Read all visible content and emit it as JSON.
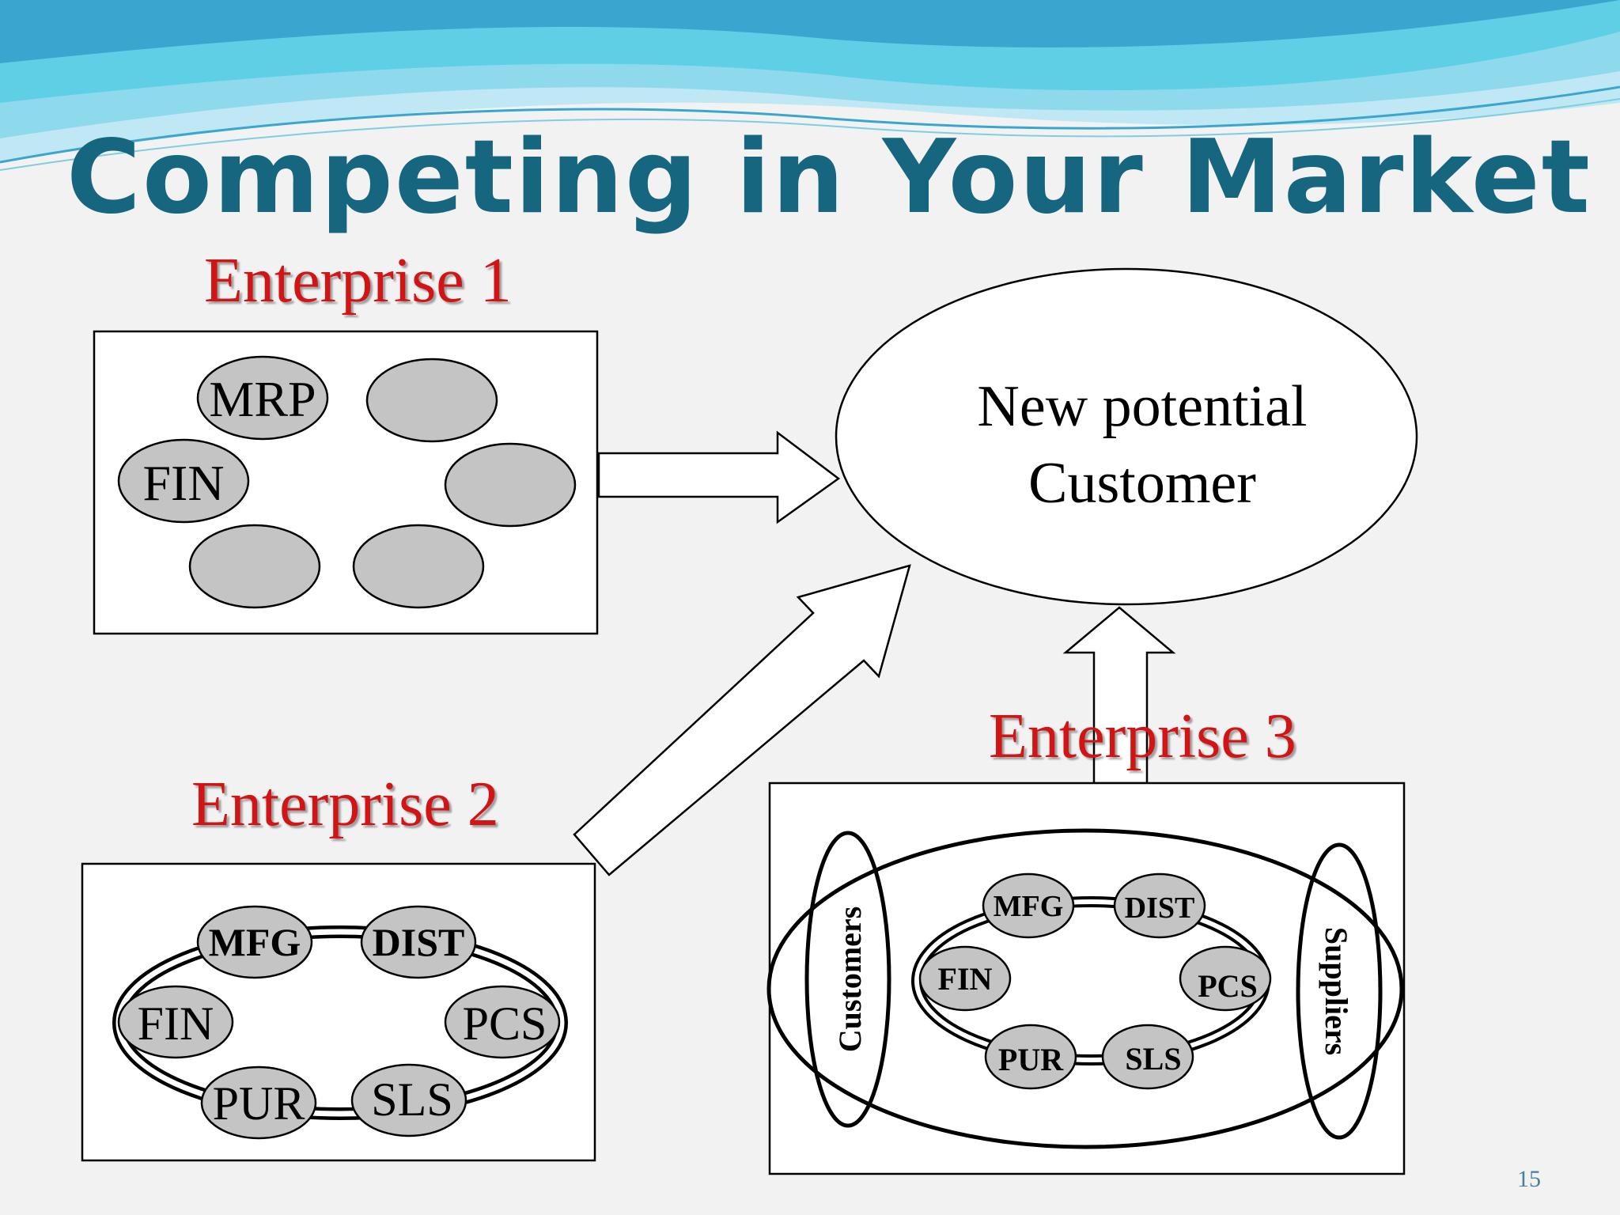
{
  "title": "Competing in Your Market",
  "page_number": "15",
  "colors": {
    "title": "#16667f",
    "enterprise_label": "#d21414",
    "module_fill": "#c4c4c4",
    "wave_light": "#bfe8f4",
    "wave_cyan": "#5fcfe6",
    "wave_blue": "#3aa6cf"
  },
  "customer": {
    "line1": "New potential",
    "line2": "Customer"
  },
  "enterprise1": {
    "label": "Enterprise 1",
    "modules": [
      "MRP",
      "FIN",
      "",
      "",
      "",
      ""
    ]
  },
  "enterprise2": {
    "label": "Enterprise 2",
    "modules": [
      "MFG",
      "DIST",
      "FIN",
      "PCS",
      "PUR",
      "SLS"
    ]
  },
  "enterprise3": {
    "label": "Enterprise 3",
    "modules": [
      "MFG",
      "DIST",
      "FIN",
      "PCS",
      "PUR",
      "SLS"
    ],
    "left_partner": "Customers",
    "right_partner": "Suppliers"
  }
}
